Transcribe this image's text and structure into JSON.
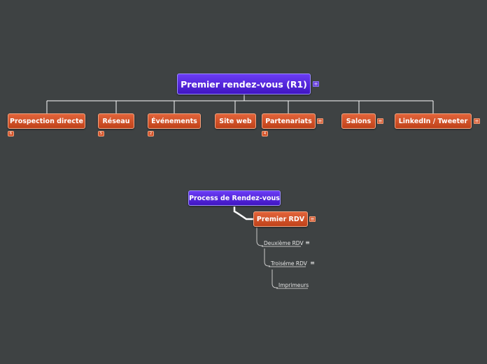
{
  "map1": {
    "root": "Premier rendez-vous (R1)",
    "children": [
      {
        "label": "Prospection directe",
        "badge": "6"
      },
      {
        "label": "Réseau",
        "badge": "5"
      },
      {
        "label": "Événements",
        "badge": "2"
      },
      {
        "label": "Site web"
      },
      {
        "label": "Partenariats",
        "badge": "4"
      },
      {
        "label": "Salons"
      },
      {
        "label": "LinkedIn / Tweeter"
      }
    ]
  },
  "map2": {
    "root": "Process de Rendez-vous",
    "first": "Premier RDV",
    "second": "Deuxième RDV",
    "third": "Troiséme RDV",
    "fourth": "Imprimeurs"
  },
  "icons": {
    "note": "≡"
  },
  "colors": {
    "background": "#3e4243",
    "root_node": "#5a2bd6",
    "branch_node": "#d4532a",
    "connector": "#ffffff"
  }
}
